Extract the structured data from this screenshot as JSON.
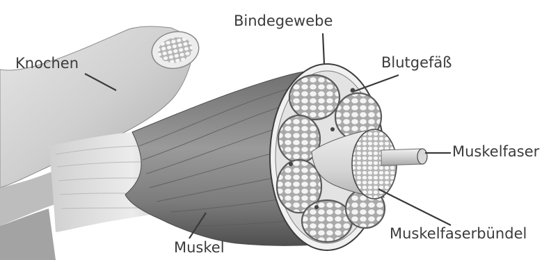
{
  "labels": {
    "bindegewebe": "Bindegewebe",
    "blutgefaess": "Blutgefäß",
    "knochen": "Knochen",
    "muskelfaser": "Muskelfaser",
    "muskelfaserbuendel": "Muskelfaserbündel",
    "muskel": "Muskel"
  },
  "colors": {
    "bone": "#d6d6d6",
    "muscle": "#8e8e8e",
    "muscle_dark": "#5e5e5e",
    "tendon": "#dedede",
    "connective_tissue": "#efefef",
    "fascicle_fill": "#b9b9b9",
    "text": "#3b3b3b",
    "leader": "#3a3a3a"
  }
}
